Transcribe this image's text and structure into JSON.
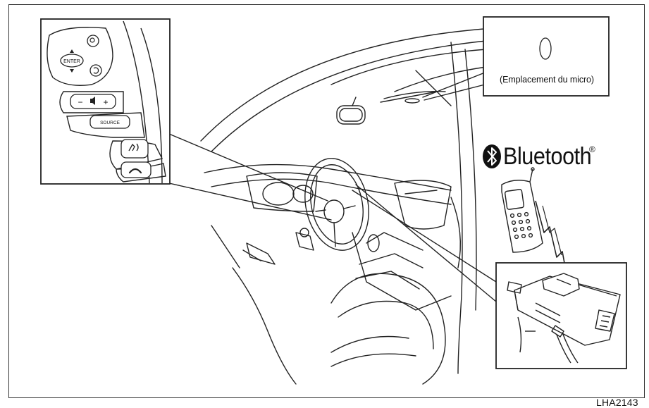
{
  "labels": {
    "microphone_location": "(Emplacement du micro)",
    "bluetooth_wordmark": "Bluetooth",
    "registered_mark": "®",
    "figure_code": "LHA2143"
  },
  "steering_controls": {
    "enter_label": "ENTER",
    "source_label": "SOURCE",
    "volume_minus": "−",
    "volume_plus": "+"
  },
  "colors": {
    "line": "#222222",
    "background": "#ffffff"
  }
}
